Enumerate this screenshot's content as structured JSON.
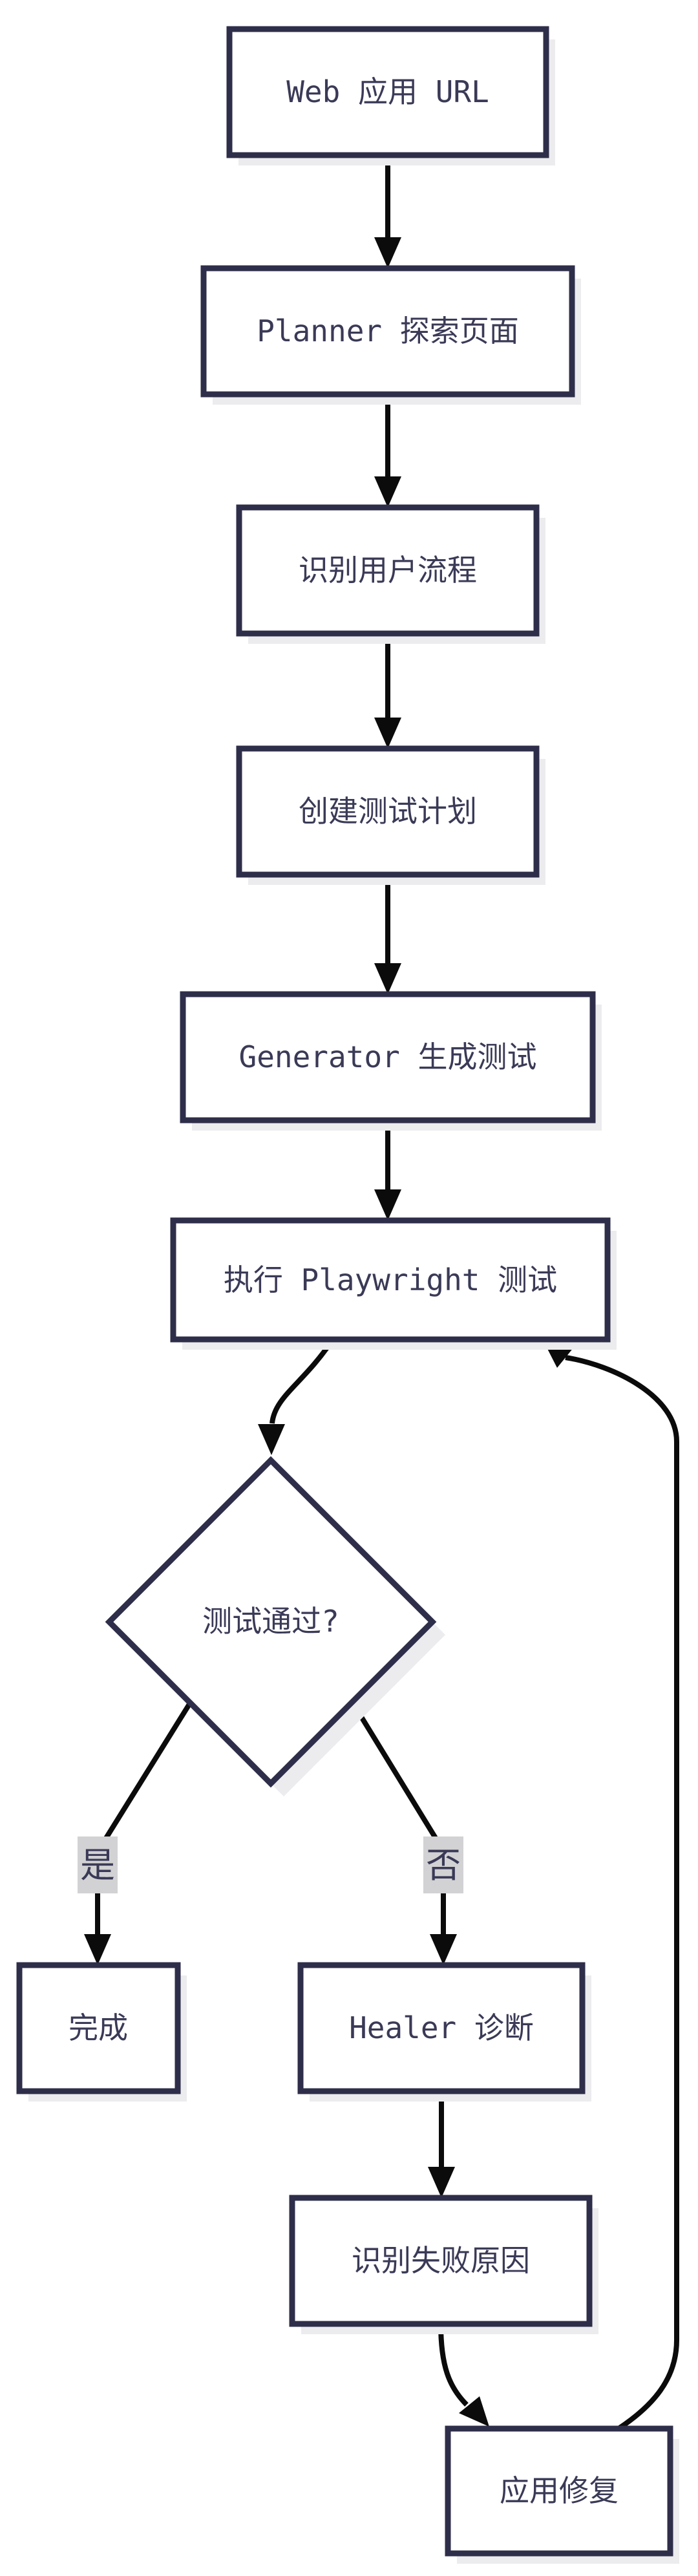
{
  "diagram": {
    "type": "flowchart",
    "direction": "top-down",
    "colors": {
      "background": "#ffffff",
      "node_border": "#2e2e4a",
      "node_fill": "#ffffff",
      "node_text": "#3a3a57",
      "edge_line": "#0b0b0b",
      "edge_label_bg": "#d2d2d4",
      "shadow": "#ececef"
    },
    "nodes": [
      {
        "id": "A",
        "label": "Web 应用 URL",
        "shape": "rect"
      },
      {
        "id": "B",
        "label": "Planner 探索页面",
        "shape": "rect"
      },
      {
        "id": "C",
        "label": "识别用户流程",
        "shape": "rect"
      },
      {
        "id": "D",
        "label": "创建测试计划",
        "shape": "rect"
      },
      {
        "id": "E",
        "label": "Generator 生成测试",
        "shape": "rect"
      },
      {
        "id": "F",
        "label": "执行 Playwright 测试",
        "shape": "rect"
      },
      {
        "id": "G",
        "label": "测试通过?",
        "shape": "diamond"
      },
      {
        "id": "H",
        "label": "完成",
        "shape": "rect"
      },
      {
        "id": "I",
        "label": "Healer 诊断",
        "shape": "rect"
      },
      {
        "id": "J",
        "label": "识别失败原因",
        "shape": "rect"
      },
      {
        "id": "K",
        "label": "应用修复",
        "shape": "rect"
      }
    ],
    "edges": [
      {
        "from": "A",
        "to": "B",
        "label": ""
      },
      {
        "from": "B",
        "to": "C",
        "label": ""
      },
      {
        "from": "C",
        "to": "D",
        "label": ""
      },
      {
        "from": "D",
        "to": "E",
        "label": ""
      },
      {
        "from": "E",
        "to": "F",
        "label": ""
      },
      {
        "from": "F",
        "to": "G",
        "label": ""
      },
      {
        "from": "G",
        "to": "H",
        "label": "是"
      },
      {
        "from": "G",
        "to": "I",
        "label": "否"
      },
      {
        "from": "I",
        "to": "J",
        "label": ""
      },
      {
        "from": "J",
        "to": "K",
        "label": ""
      },
      {
        "from": "K",
        "to": "F",
        "label": ""
      }
    ]
  }
}
